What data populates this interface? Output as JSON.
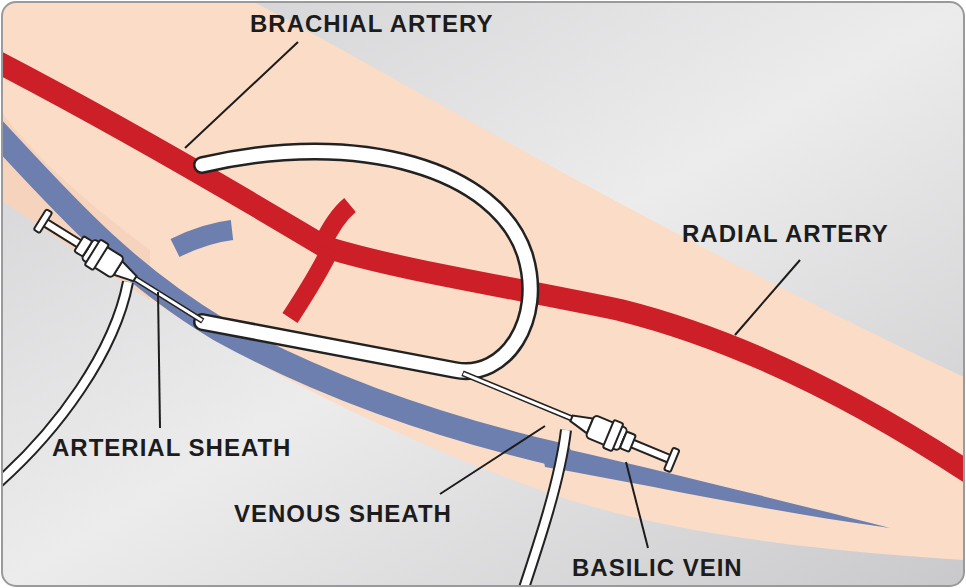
{
  "diagram": {
    "labels": [
      "BRACHIAL ARTERY",
      "RADIAL ARTERY",
      "ARTERIAL SHEATH",
      "VENOUS SHEATH",
      "BASILIC VEIN"
    ]
  }
}
